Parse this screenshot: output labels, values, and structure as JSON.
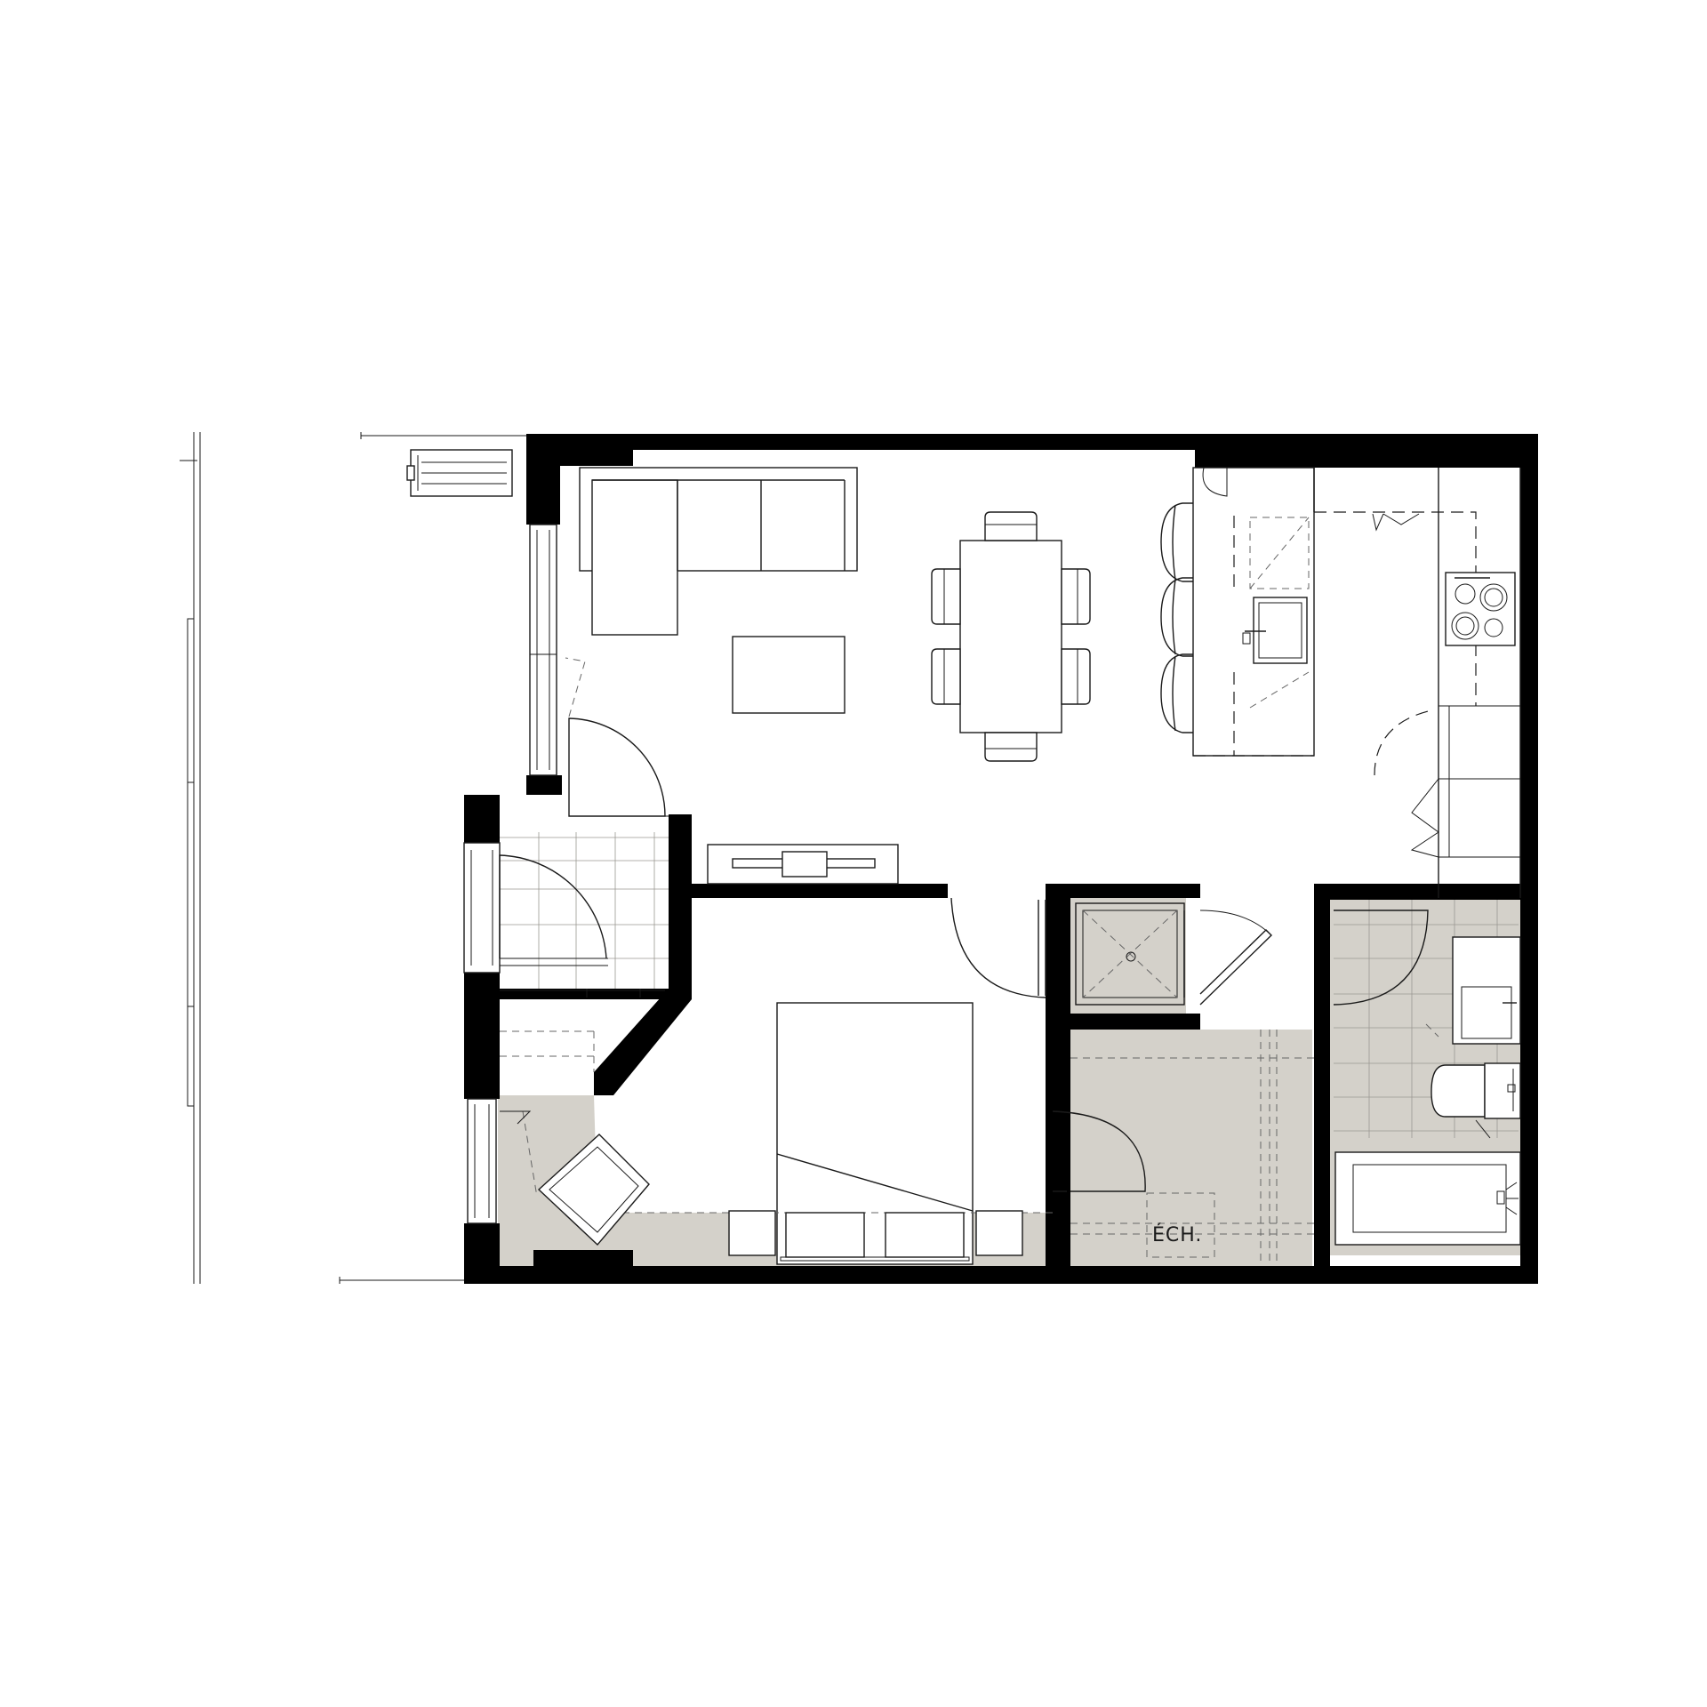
{
  "floor_plan": {
    "rooms": [
      {
        "id": "living-dining-kitchen"
      },
      {
        "id": "entrance"
      },
      {
        "id": "closet"
      },
      {
        "id": "bedroom"
      },
      {
        "id": "shower"
      },
      {
        "id": "storage",
        "label": "ÉCH."
      },
      {
        "id": "bathroom"
      }
    ],
    "colors": {
      "wall": "#000000",
      "wet_area": "#d4d1ca",
      "line": "#1a1a1a",
      "background": "#ffffff"
    },
    "icons": [
      "sofa-icon",
      "coffee-table-icon",
      "dining-table-icon",
      "chair-icon",
      "bar-stool-icon",
      "kitchen-sink-icon",
      "cooktop-icon",
      "tv-console-icon",
      "bed-icon",
      "armchair-icon",
      "toilet-icon",
      "bathtub-icon",
      "vanity-sink-icon",
      "door-swing-icon",
      "window-icon",
      "hvac-unit-icon"
    ]
  }
}
